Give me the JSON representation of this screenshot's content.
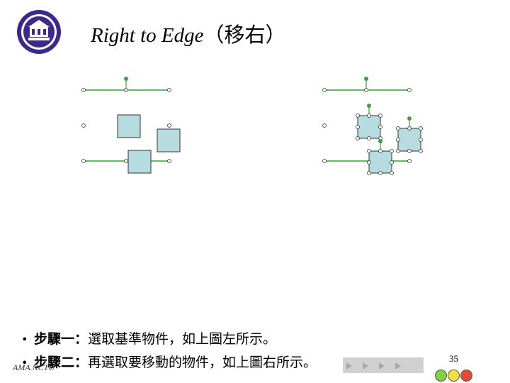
{
  "header": {
    "logo_icon": "university-seal-icon",
    "title": "Right to Edge",
    "title_paren": "（移右）"
  },
  "colors": {
    "guide_line": "#33a333",
    "shape_fill": "#b6dce0",
    "shape_border": "#333333",
    "handle_fill": "#ffffff",
    "rotate_handle": "#3aa83a",
    "logo": "#3b2a8c"
  },
  "bullets": [
    {
      "step": "步驟一：",
      "text": "選取基準物件，如上圖左所示。"
    },
    {
      "step": "步驟二：",
      "text": "再選取要移動的物件，如上圖右所示。"
    }
  ],
  "footer": {
    "author": "AMA.NCTU",
    "page_number": "35"
  },
  "nav": {
    "icons": [
      "nav-first-icon",
      "nav-prev-icon",
      "nav-next-icon",
      "nav-last-icon"
    ],
    "lights": [
      "green-light-icon",
      "yellow-light-icon",
      "red-light-icon"
    ]
  }
}
